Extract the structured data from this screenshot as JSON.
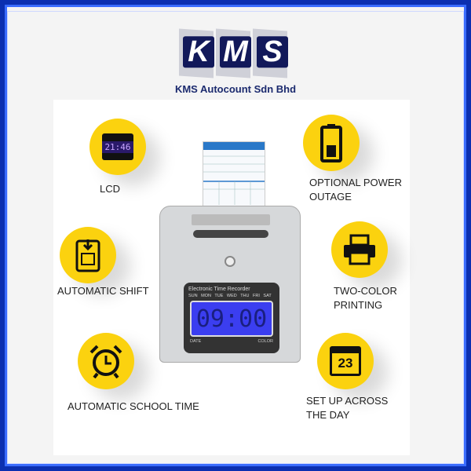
{
  "brand": {
    "logo_letters": [
      "K",
      "M",
      "S"
    ],
    "company": "KMS Autocount Sdn Bhd",
    "color": "#12195a",
    "accent": "#fbd20f"
  },
  "device": {
    "panel_title": "Electronic Time Recorder",
    "days": "SUN MON TUE WED THU FRI SAT",
    "display": "09:00",
    "date_label": "DATE",
    "color_label": "COLOR"
  },
  "features": [
    {
      "icon": "lcd-icon",
      "label": "LCD",
      "icon_text": "21:46"
    },
    {
      "icon": "battery-icon",
      "label": "OPTIONAL POWER OUTAGE"
    },
    {
      "icon": "clipboard-icon",
      "label": "AUTOMATIC SHIFT"
    },
    {
      "icon": "printer-icon",
      "label": "TWO-COLOR PRINTING"
    },
    {
      "icon": "alarm-clock-icon",
      "label": "AUTOMATIC SCHOOL TIME"
    },
    {
      "icon": "calendar-icon",
      "label": "SET UP ACROSS THE DAY",
      "icon_text": "23"
    }
  ]
}
